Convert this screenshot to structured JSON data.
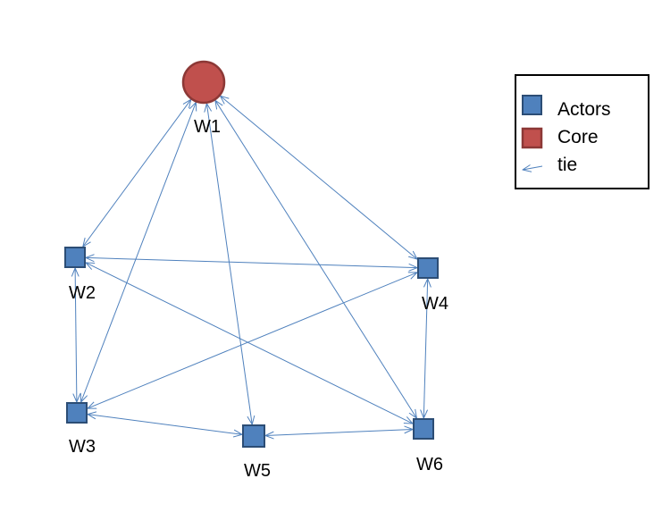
{
  "nodes": [
    {
      "id": "W1",
      "label": "W1",
      "type": "core"
    },
    {
      "id": "W2",
      "label": "W2",
      "type": "actor"
    },
    {
      "id": "W3",
      "label": "W3",
      "type": "actor"
    },
    {
      "id": "W4",
      "label": "W4",
      "type": "actor"
    },
    {
      "id": "W5",
      "label": "W5",
      "type": "actor"
    },
    {
      "id": "W6",
      "label": "W6",
      "type": "actor"
    }
  ],
  "edges": [
    {
      "from": "W1",
      "to": "W2",
      "directed": "both"
    },
    {
      "from": "W1",
      "to": "W3",
      "directed": "both"
    },
    {
      "from": "W1",
      "to": "W5",
      "directed": "both"
    },
    {
      "from": "W1",
      "to": "W4",
      "directed": "both"
    },
    {
      "from": "W1",
      "to": "W6",
      "directed": "both"
    },
    {
      "from": "W2",
      "to": "W4",
      "directed": "both"
    },
    {
      "from": "W2",
      "to": "W3",
      "directed": "both"
    },
    {
      "from": "W2",
      "to": "W6",
      "directed": "both"
    },
    {
      "from": "W3",
      "to": "W4",
      "directed": "both"
    },
    {
      "from": "W3",
      "to": "W5",
      "directed": "both"
    },
    {
      "from": "W5",
      "to": "W6",
      "directed": "both"
    },
    {
      "from": "W4",
      "to": "W6",
      "directed": "both"
    }
  ],
  "legend": {
    "actors_label": "Actors",
    "core_label": "Core",
    "tie_label": "tie"
  },
  "colors": {
    "actor_fill": "#4f81bd",
    "actor_stroke": "#2c4d75",
    "core_fill": "#c0504d",
    "core_stroke": "#8c3836",
    "edge": "#4f81bd"
  }
}
